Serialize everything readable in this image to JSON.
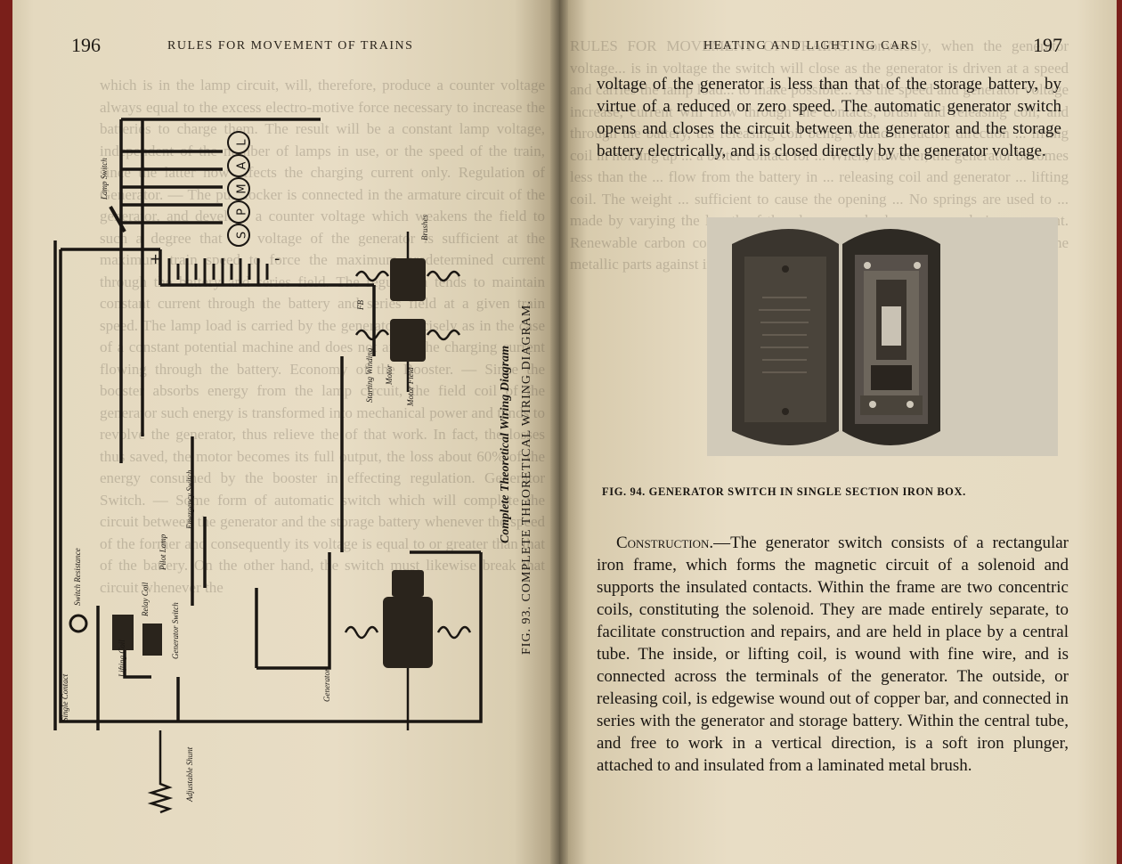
{
  "left_page": {
    "page_number": "196",
    "running_head": "RULES FOR MOVEMENT OF TRAINS",
    "figure_caption_italic": "Complete Theoretical Wiring Diagram",
    "figure_caption": "FIG. 93. COMPLETE THEORETICAL WIRING DIAGRAM.",
    "diagram_labels": {
      "lamps": "LAMPS",
      "lamp_switch": "Lamp Switch",
      "switch_resistance": "Switch Resistance",
      "lifting_coil": "Lifting Coil",
      "relay_coil": "Relay Coil",
      "pilot_lamp": "Pilot Lamp",
      "emergency_switch": "Emergency Switch",
      "generator_switch": "Generator Switch",
      "battery_plus": "+",
      "battery_minus": "-",
      "brushes": "Brushes",
      "starting_winding": "Starting Winding",
      "motor": "Motor",
      "motor_field": "Motor Field",
      "generator": "Generator",
      "adjustable_shunt": "Adjustable Shunt",
      "single_contact": "Single Contact",
      "fb": "FB"
    }
  },
  "right_page": {
    "page_number": "197",
    "running_head": "HEATING AND LIGHTING CARS",
    "para1": "voltage of the generator is less than that of the storage battery, by virtue of a reduced or zero speed. The automatic generator switch opens and closes the circuit between the generator and the storage battery electrically, and is closed directly by the generator voltage.",
    "figure_caption": "FIG. 94. GENERATOR SWITCH IN SINGLE SECTION IRON BOX.",
    "construction_heading": "Construction.",
    "construction_text": "—The generator switch consists of a rectangular iron frame, which forms the magnetic circuit of a solenoid and supports the insulated contacts. Within the frame are two concentric coils, constituting the solenoid. They are made entirely separate, to facilitate construction and repairs, and are held in place by a central tube. The inside, or lifting coil, is wound with fine wire, and is connected across the terminals of the generator. The outside, or releasing coil, is edgewise wound out of copper bar, and connected in series with the generator and storage battery. Within the central tube, and free to work in a vertical direction, is a soft iron plunger, attached to and insulated from a laminated metal brush."
  },
  "show_through_left": "which is in the lamp circuit, will, therefore, produce a counter voltage always equal to the excess electro-motive force necessary to increase the batteries to charge them. The result will be a constant lamp voltage, independent of the number of lamps in use, or the speed of the train, since the latter now affects the charging current only. Regulation of Generator. — The pull-locker is connected in the armature circuit of the generator, and develops a counter voltage which weakens the field to such a degree that the voltage of the generator is sufficient at the maximum train speed to force the maximum predetermined current through the battery and series field. The regulation tends to maintain constant current through the battery and series field at a given train speed. The lamp load is carried by the generator precisely as in the case of a constant potential machine and does not affect the charging current flowing through the battery. Economy of the Booster. — Since the booster absorbs energy from the lamp circuit, the field coil of the generator such energy is transformed into mechanical power and tends to revolve the generator, thus relieve the of that work. In fact, the losses thus saved, the motor becomes its full output, the loss about 60% of the energy consumed by the booster in effecting regulation. Generator Switch. — Some form of automatic switch which will complete the circuit between the generator and the storage battery whenever the speed of the former and consequently its voltage is equal to or greater than that of the battery. On the other hand, the switch must likewise break that circuit whenever the",
  "show_through_right": "RULES FOR MOVEMENT OF TRAINS. Conversely, when the generator voltage... is in voltage the switch will close as the generator is driven at a speed and carries the lamp load... to make possible... As the speed and generator voltage increase, current will flow through the contacts, brush and releasing coil, and through the battery, the releasing coil being wound in such a direction ... lifting coil in holding up ... a better contact for ... When, however, the generator becomes less than the ... flow from the battery in ... releasing coil and generator ... lifting coil. The weight ... sufficient to cause the opening ... No springs are used to ... made by varying the length of the plunger, and when once made is permanent. Renewable carbon contacts, on which the final break takes place, protect the metallic parts against injury ..."
}
